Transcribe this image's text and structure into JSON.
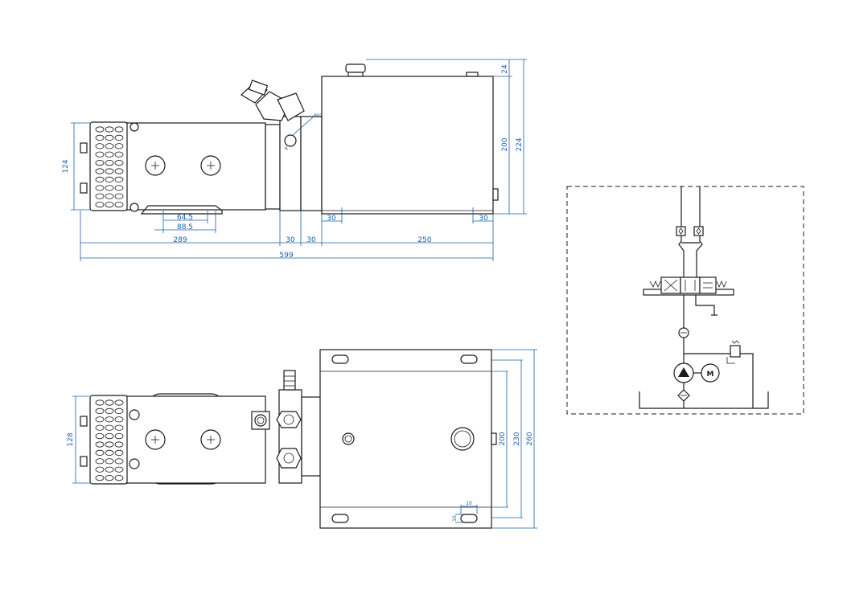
{
  "side_view": {
    "dims": {
      "d124": "124",
      "d64_5": "64.5",
      "d88_5": "88.5",
      "d289": "289",
      "d30a": "30",
      "d30b": "30",
      "d250": "250",
      "d599": "599",
      "d30_tank_left": "30",
      "d30_tank_right": "30",
      "d200": "200",
      "d224": "224",
      "d24": "24"
    },
    "port_label": "P(G14x1.5",
    "port_marker": "P"
  },
  "top_view": {
    "dims": {
      "d128": "128",
      "d200": "200",
      "d230": "230",
      "d260": "260",
      "d10": "10",
      "d10b": "10"
    }
  },
  "schematic": {
    "motor_label": "M"
  }
}
